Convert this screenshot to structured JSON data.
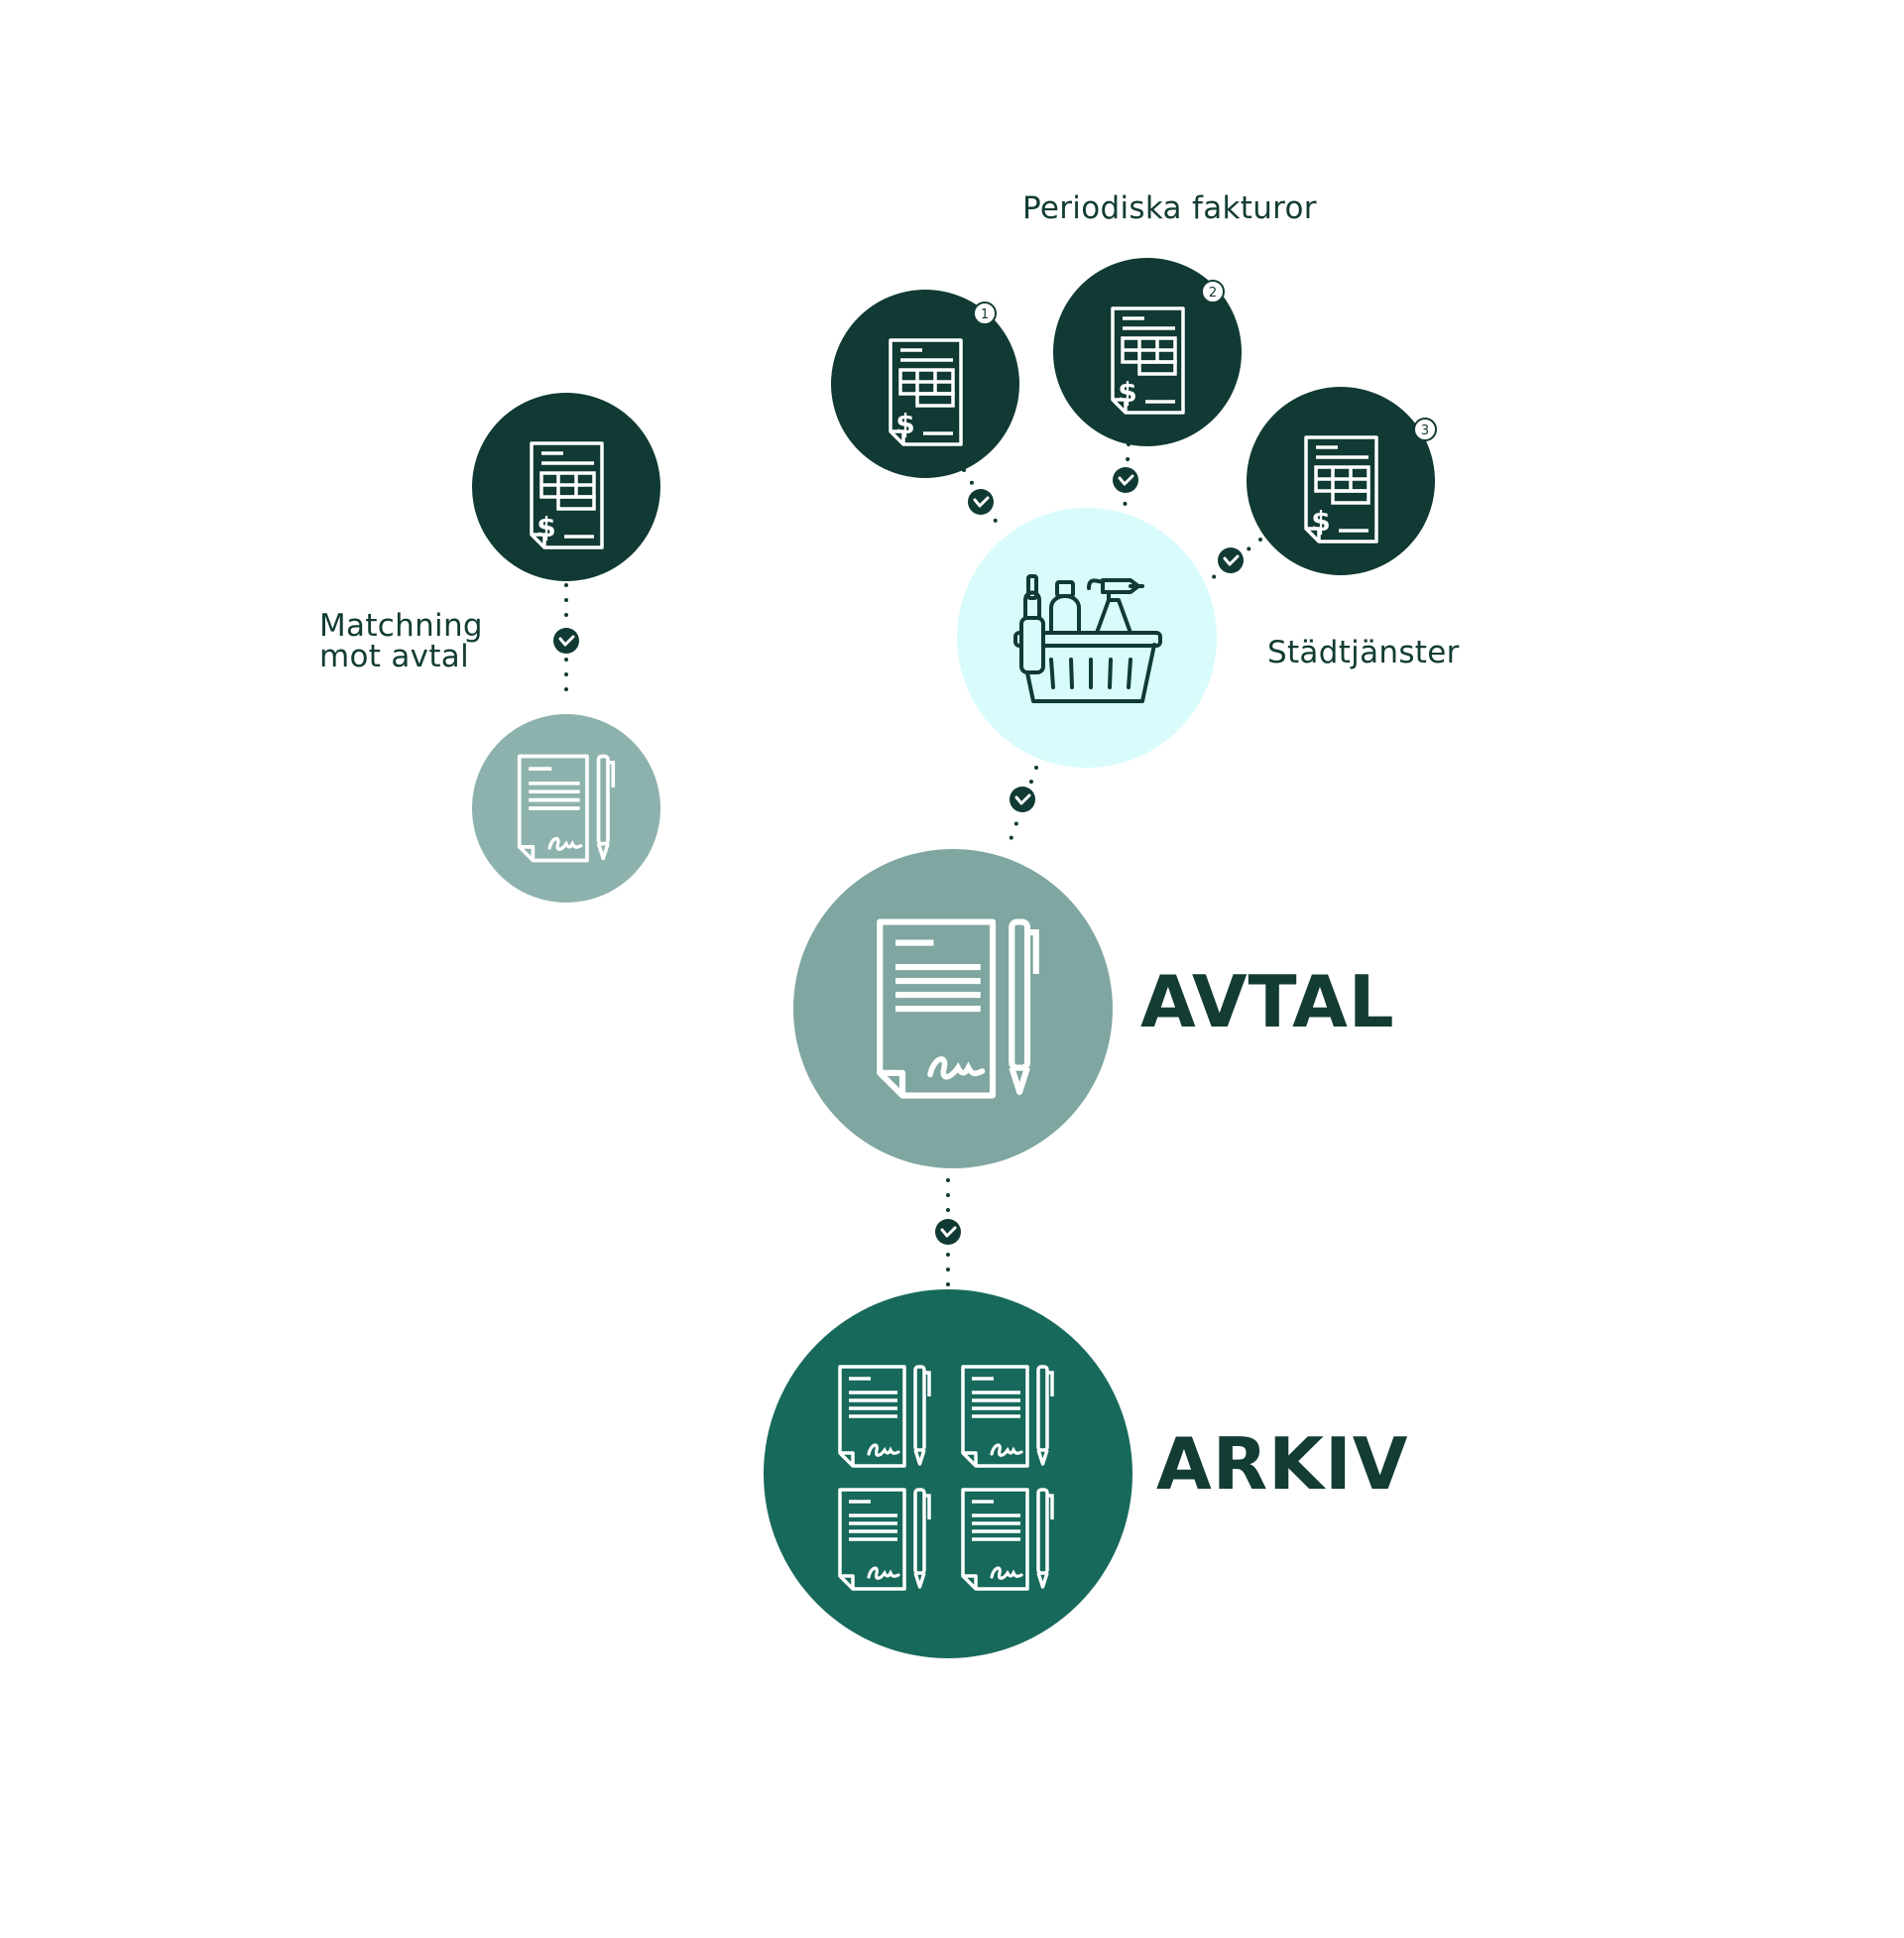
{
  "colors": {
    "dark": "#103a33",
    "mid": "#7fa6a0",
    "light_mid": "#8db2ad",
    "archive": "#17695b",
    "highlight": "#d9fbfc",
    "text": "#123c34"
  },
  "labels": {
    "periodic_invoices": "Periodiska fakturor",
    "matching": "Matchning mot avtal",
    "cleaning": "Städtjänster",
    "contract": "AVTAL",
    "archive": "ARKIV"
  },
  "nodes": {
    "invoice_badges": [
      "1",
      "2",
      "3"
    ]
  },
  "icons": {
    "invoice": "invoice-icon",
    "contract": "contract-pen-icon",
    "cleaning": "cleaning-basket-icon",
    "check": "check-icon"
  }
}
